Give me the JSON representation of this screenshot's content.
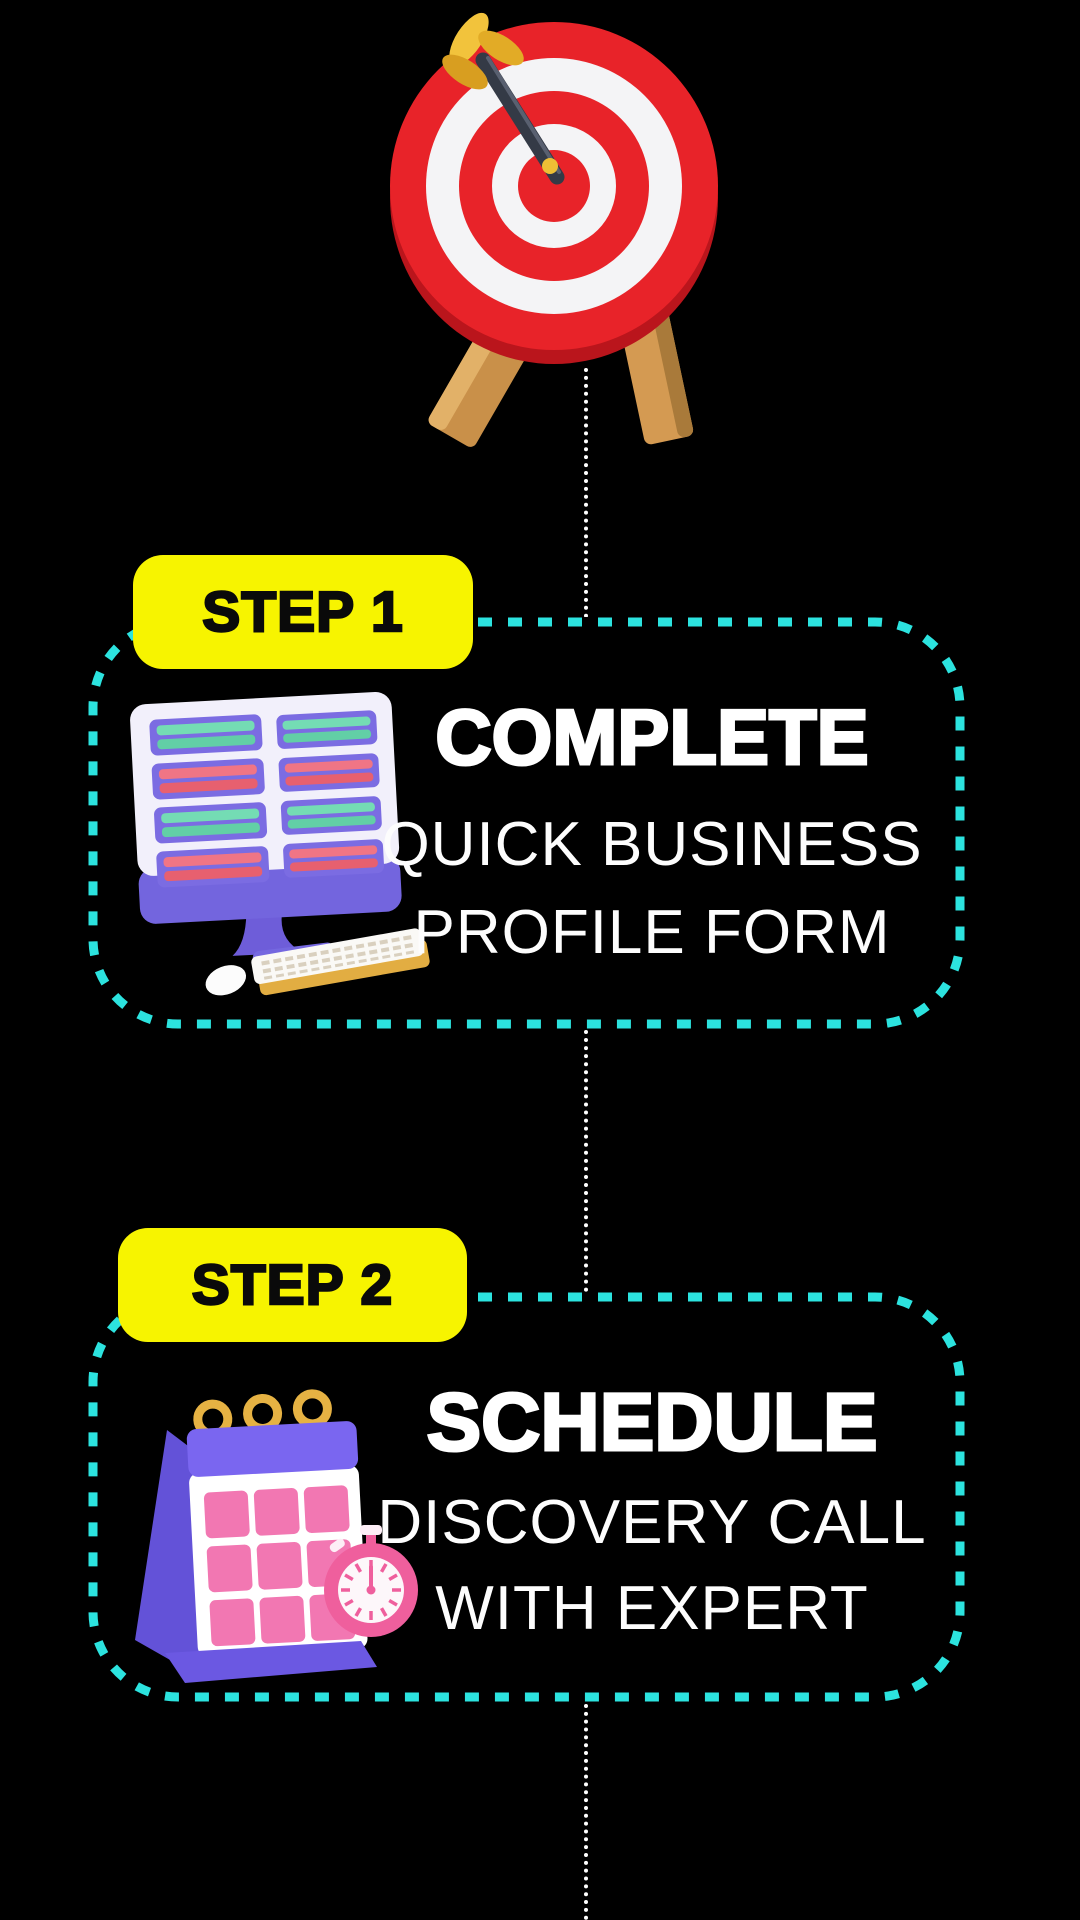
{
  "page": {
    "background": "#000000",
    "connector_line_color": "#ffffff",
    "box_border_color": "#2ce3df",
    "badge_color": "#f7f400",
    "text_color": "#ffffff"
  },
  "hero": {
    "icon": "dartboard-target-icon",
    "target_red": "#e82329",
    "target_white": "#f4f4f6",
    "dart_gold": "#f2c33c",
    "wood_tan": "#d49a52"
  },
  "steps": [
    {
      "badge_label": "STEP 1",
      "icon": "computer-monitor-form-icon",
      "title": "COMPLETE",
      "line1": "QUICK BUSINESS",
      "line2": "PROFILE FORM",
      "icon_purple": "#7463dd",
      "icon_teal": "#74dcb4",
      "icon_pink": "#f07585"
    },
    {
      "badge_label": "STEP 2",
      "icon": "calendar-stopwatch-icon",
      "title": "SCHEDULE",
      "line1": "DISCOVERY CALL",
      "line2": "WITH EXPERT",
      "icon_purple": "#7a66f0",
      "icon_pink": "#f277b2",
      "stopwatch_pink": "#ef5f9d"
    }
  ]
}
